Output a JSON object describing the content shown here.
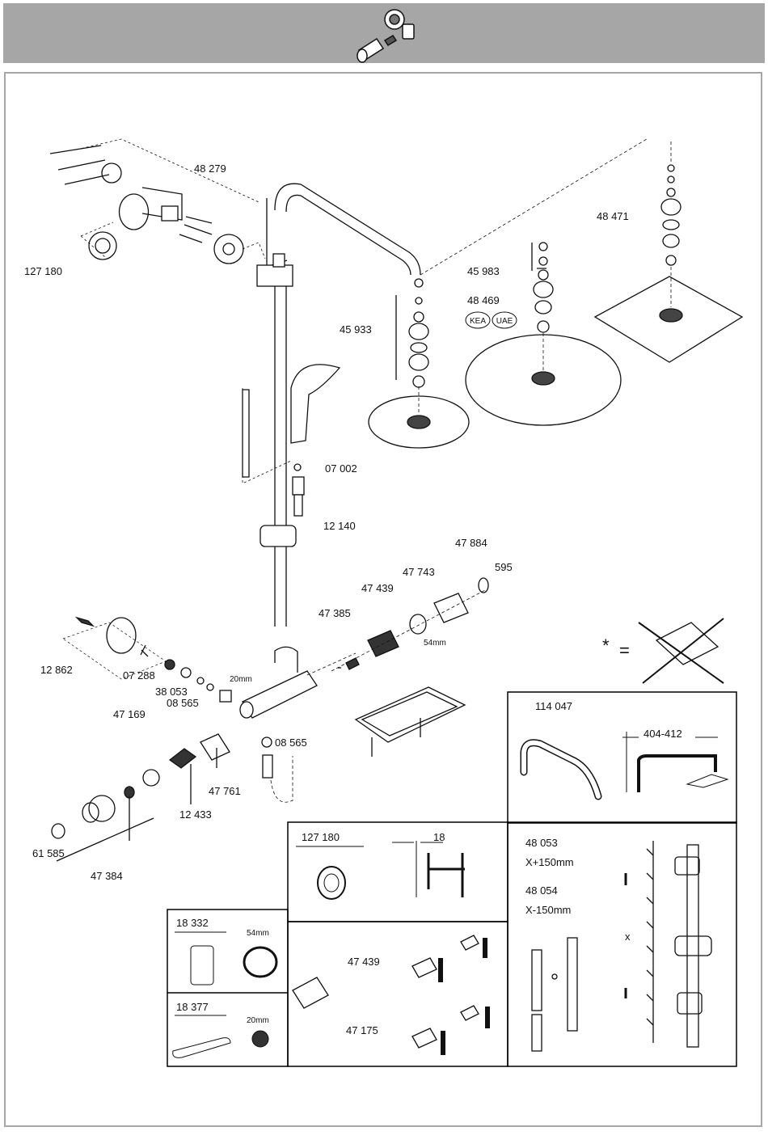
{
  "colors": {
    "header": "#a6a6a6",
    "ink": "#111111",
    "panel_border": "#000000"
  },
  "header": {
    "icon": "spare-parts-icon"
  },
  "labels": {
    "p48279": "48 279",
    "p127180": "127 180",
    "p45983": "45 983",
    "p48471": "48 471",
    "p45933": "45 933",
    "p48469": "48 469",
    "kea": "KEA",
    "uae": "UAE",
    "p07002": "07 002",
    "p12140": "12 140",
    "p47884": "47 884",
    "p47743": "47 743",
    "p595": "595",
    "p47439": "47 439",
    "p47385": "47 385",
    "d54mm": "54mm",
    "p12862": "12 862",
    "p07288": "07 288",
    "p38053": "38 053",
    "p08565a": "08 565",
    "p47169": "47 169",
    "d20mm": "20mm",
    "p08565b": "08 565",
    "p47761": "47 761",
    "p12433": "12 433",
    "p61585": "61 585",
    "p47384": "47 384"
  },
  "not_included": {
    "star": "*",
    "equals": "="
  },
  "panel_arm": {
    "part": "114 047",
    "dim": "404-412"
  },
  "panel_rosette": {
    "part": "127 180",
    "dim": "18"
  },
  "panel_rail": {
    "part1": "48 053",
    "ext1": "X+150mm",
    "part2": "48 054",
    "ext2": "X-150mm",
    "x": "x"
  },
  "panel_cartridge": {
    "part1": "47 439",
    "part2": "47 175"
  },
  "panel_tools": {
    "tool1": "18 332",
    "size1": "54mm",
    "tool2": "18 377",
    "size2": "20mm"
  }
}
